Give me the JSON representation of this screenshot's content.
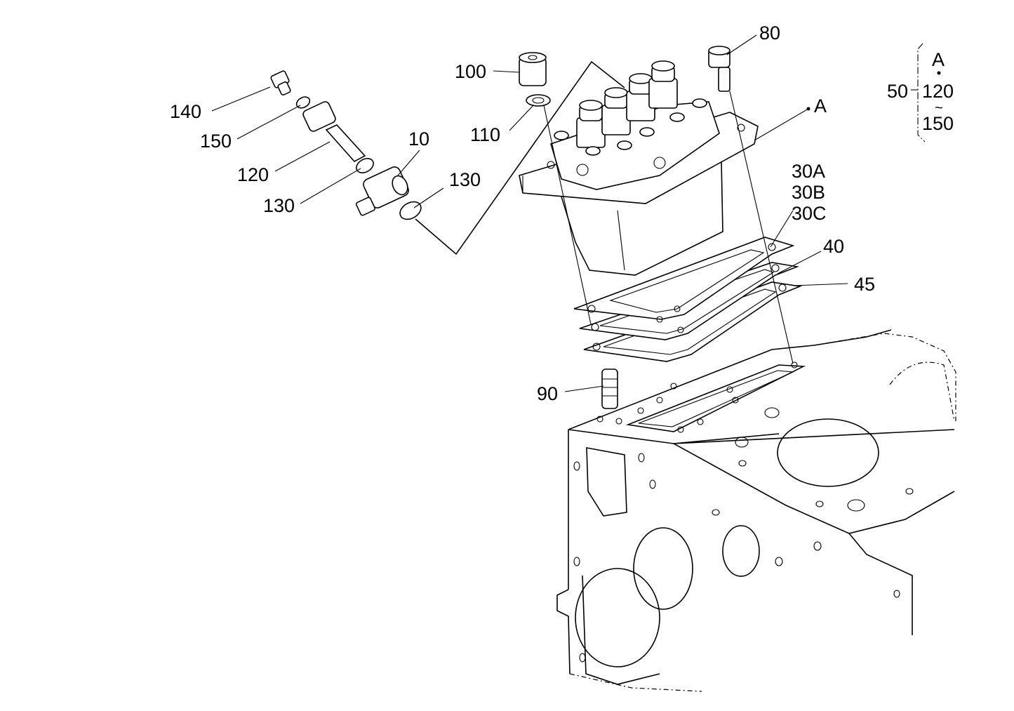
{
  "labels": {
    "p140": "140",
    "p150": "150",
    "p120": "120",
    "p130_left": "130",
    "p10": "10",
    "p130_right": "130",
    "p100": "100",
    "p110": "110",
    "p80": "80",
    "ref_a": "A",
    "p30a": "30A",
    "p30b": "30B",
    "p30c": "30C",
    "p40": "40",
    "p45": "45",
    "p90": "90"
  },
  "legend": {
    "assembly": "50",
    "ref": "A",
    "range_start": "120",
    "range_symbol": "~",
    "range_end": "150"
  }
}
